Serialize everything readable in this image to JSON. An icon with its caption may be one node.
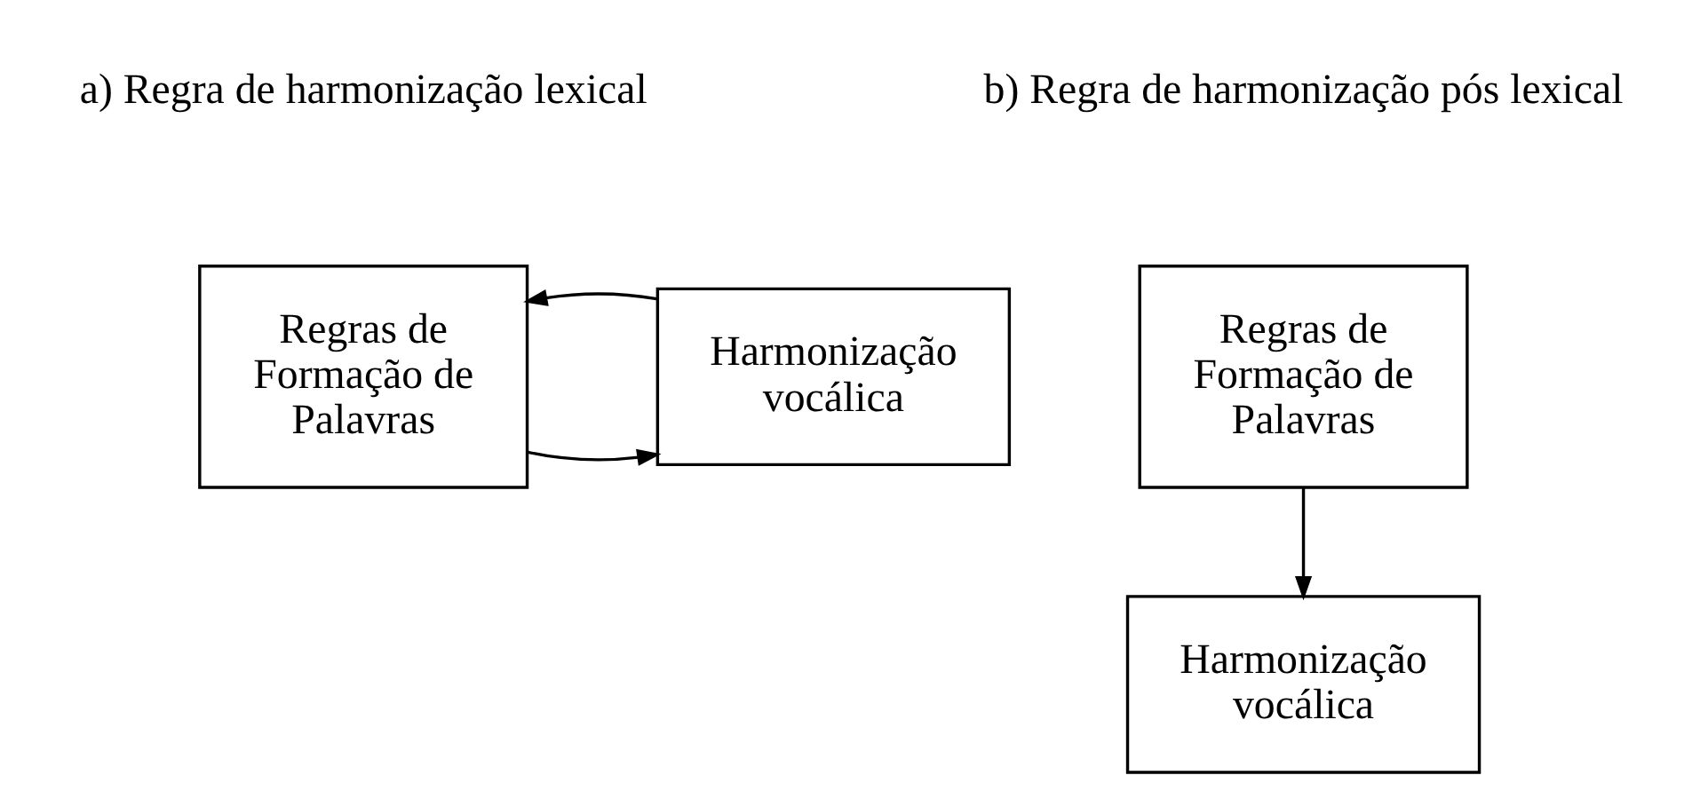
{
  "diagram": {
    "nodes": [
      {
        "text": [
          "Regras de Formação de Palavras"
        ]
      },
      {
        "text": [
          "Harmonização vocálica"
        ]
      },
      {
        "text": [
          "Regras de Formação de Palavras"
        ]
      },
      {
        "text": [
          "Harmonização vocálica"
        ]
      }
    ],
    "edges": [
      {
        "from": 0,
        "to": 1,
        "arrow": "to"
      },
      {
        "from": 1,
        "to": 0,
        "arrow": "to"
      },
      {
        "from": 2,
        "to": 3,
        "arrow": "to"
      }
    ],
    "labels": [
      "a) Regra de harmonização lexical",
      "b) Regra de harmonização pós lexical"
    ]
  }
}
